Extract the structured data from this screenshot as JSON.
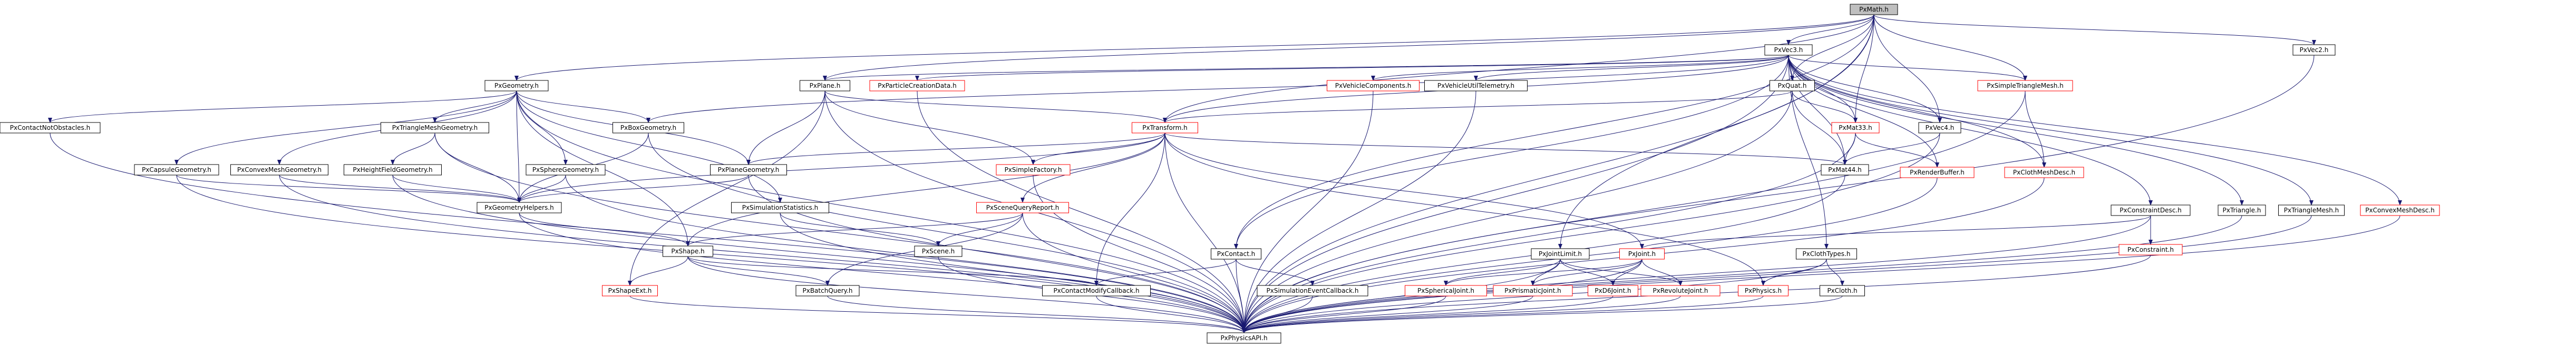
{
  "colors": {
    "edge": "#191970",
    "node_fill": "#ffffff",
    "node_border_default": "#000000",
    "node_border_highlight": "#ff0000",
    "root_fill": "#bfbfbf"
  },
  "nodes": [
    {
      "id": "PxMath",
      "label": "PxMath.h",
      "style": "root"
    },
    {
      "id": "PxVec3",
      "label": "PxVec3.h",
      "style": "default"
    },
    {
      "id": "PxVec2",
      "label": "PxVec2.h",
      "style": "default"
    },
    {
      "id": "PxGeometry",
      "label": "PxGeometry.h",
      "style": "default"
    },
    {
      "id": "PxPlane",
      "label": "PxPlane.h",
      "style": "default"
    },
    {
      "id": "PxParticleCreationData",
      "label": "PxParticleCreationData.h",
      "style": "highlight"
    },
    {
      "id": "PxVehicleComponents",
      "label": "PxVehicleComponents.h",
      "style": "highlight"
    },
    {
      "id": "PxVehicleUtilTelemetry",
      "label": "PxVehicleUtilTelemetry.h",
      "style": "default"
    },
    {
      "id": "PxQuat",
      "label": "PxQuat.h",
      "style": "default"
    },
    {
      "id": "PxSimpleTriangleMesh",
      "label": "PxSimpleTriangleMesh.h",
      "style": "highlight"
    },
    {
      "id": "PxContactNotObstacles",
      "label": "PxContactNotObstacles.h",
      "style": "default"
    },
    {
      "id": "PxTriangleMeshGeometry",
      "label": "PxTriangleMeshGeometry.h",
      "style": "default"
    },
    {
      "id": "PxBoxGeometry",
      "label": "PxBoxGeometry.h",
      "style": "default"
    },
    {
      "id": "PxTransform",
      "label": "PxTransform.h",
      "style": "highlight"
    },
    {
      "id": "PxMat33",
      "label": "PxMat33.h",
      "style": "highlight"
    },
    {
      "id": "PxVec4",
      "label": "PxVec4.h",
      "style": "default"
    },
    {
      "id": "PxClothMeshDesc",
      "label": "PxClothMeshDesc.h",
      "style": "highlight"
    },
    {
      "id": "PxCapsuleGeometry",
      "label": "PxCapsuleGeometry.h",
      "style": "default"
    },
    {
      "id": "PxConvexMeshGeometry",
      "label": "PxConvexMeshGeometry.h",
      "style": "default"
    },
    {
      "id": "PxHeightFieldGeometry",
      "label": "PxHeightFieldGeometry.h",
      "style": "default"
    },
    {
      "id": "PxSphereGeometry",
      "label": "PxSphereGeometry.h",
      "style": "default"
    },
    {
      "id": "PxPlaneGeometry",
      "label": "PxPlaneGeometry.h",
      "style": "default"
    },
    {
      "id": "PxSimpleFactory",
      "label": "PxSimpleFactory.h",
      "style": "highlight"
    },
    {
      "id": "PxMat44",
      "label": "PxMat44.h",
      "style": "default"
    },
    {
      "id": "PxRenderBuffer",
      "label": "PxRenderBuffer.h",
      "style": "highlight"
    },
    {
      "id": "PxGeometryHelpers",
      "label": "PxGeometryHelpers.h",
      "style": "default"
    },
    {
      "id": "PxSimulationStatistics",
      "label": "PxSimulationStatistics.h",
      "style": "default"
    },
    {
      "id": "PxSceneQueryReport",
      "label": "PxSceneQueryReport.h",
      "style": "highlight"
    },
    {
      "id": "PxConstraintDesc",
      "label": "PxConstraintDesc.h",
      "style": "default"
    },
    {
      "id": "PxTriangle",
      "label": "PxTriangle.h",
      "style": "default"
    },
    {
      "id": "PxTriangleMesh",
      "label": "PxTriangleMesh.h",
      "style": "default"
    },
    {
      "id": "PxConvexMeshDesc",
      "label": "PxConvexMeshDesc.h",
      "style": "highlight"
    },
    {
      "id": "PxShape",
      "label": "PxShape.h",
      "style": "default"
    },
    {
      "id": "PxScene",
      "label": "PxScene.h",
      "style": "default"
    },
    {
      "id": "PxContact",
      "label": "PxContact.h",
      "style": "default"
    },
    {
      "id": "PxJointLimit",
      "label": "PxJointLimit.h",
      "style": "default"
    },
    {
      "id": "PxJoint",
      "label": "PxJoint.h",
      "style": "highlight"
    },
    {
      "id": "PxClothTypes",
      "label": "PxClothTypes.h",
      "style": "default"
    },
    {
      "id": "PxConstraint",
      "label": "PxConstraint.h",
      "style": "highlight"
    },
    {
      "id": "PxShapeExt",
      "label": "PxShapeExt.h",
      "style": "highlight"
    },
    {
      "id": "PxBatchQuery",
      "label": "PxBatchQuery.h",
      "style": "default"
    },
    {
      "id": "PxContactModifyCallback",
      "label": "PxContactModifyCallback.h",
      "style": "default"
    },
    {
      "id": "PxSimulationEventCallback",
      "label": "PxSimulationEventCallback.h",
      "style": "default"
    },
    {
      "id": "PxSphericalJoint",
      "label": "PxSphericalJoint.h",
      "style": "highlight"
    },
    {
      "id": "PxPrismaticJoint",
      "label": "PxPrismaticJoint.h",
      "style": "highlight"
    },
    {
      "id": "PxD6Joint",
      "label": "PxD6Joint.h",
      "style": "highlight"
    },
    {
      "id": "PxRevoluteJoint",
      "label": "PxRevoluteJoint.h",
      "style": "highlight"
    },
    {
      "id": "PxPhysics",
      "label": "PxPhysics.h",
      "style": "highlight"
    },
    {
      "id": "PxCloth",
      "label": "PxCloth.h",
      "style": "default"
    },
    {
      "id": "PxPhysicsAPI",
      "label": "PxPhysicsAPI.h",
      "style": "default"
    }
  ],
  "edges": [
    [
      "PxMath",
      "PxVec3"
    ],
    [
      "PxMath",
      "PxVec2"
    ],
    [
      "PxMath",
      "PxGeometry"
    ],
    [
      "PxMath",
      "PxPlane"
    ],
    [
      "PxMath",
      "PxQuat"
    ],
    [
      "PxMath",
      "PxVec4"
    ],
    [
      "PxMath",
      "PxMat33"
    ],
    [
      "PxMath",
      "PxTransform"
    ],
    [
      "PxMath",
      "PxPhysicsAPI"
    ],
    [
      "PxMath",
      "PxSimpleTriangleMesh"
    ],
    [
      "PxMath",
      "PxContact"
    ],
    [
      "PxMath",
      "PxJointLimit"
    ],
    [
      "PxVec2",
      "PxPhysicsAPI"
    ],
    [
      "PxVec3",
      "PxPlane"
    ],
    [
      "PxVec3",
      "PxParticleCreationData"
    ],
    [
      "PxVec3",
      "PxVehicleComponents"
    ],
    [
      "PxVec3",
      "PxVehicleUtilTelemetry"
    ],
    [
      "PxVec3",
      "PxQuat"
    ],
    [
      "PxVec3",
      "PxSimpleTriangleMesh"
    ],
    [
      "PxVec3",
      "PxBoxGeometry"
    ],
    [
      "PxVec3",
      "PxMat33"
    ],
    [
      "PxVec3",
      "PxVec4"
    ],
    [
      "PxVec3",
      "PxClothMeshDesc"
    ],
    [
      "PxVec3",
      "PxMat44"
    ],
    [
      "PxVec3",
      "PxRenderBuffer"
    ],
    [
      "PxVec3",
      "PxConstraintDesc"
    ],
    [
      "PxVec3",
      "PxTriangle"
    ],
    [
      "PxVec3",
      "PxTriangleMesh"
    ],
    [
      "PxVec3",
      "PxConvexMeshDesc"
    ],
    [
      "PxVec3",
      "PxContact"
    ],
    [
      "PxVec3",
      "PxClothTypes"
    ],
    [
      "PxVec3",
      "PxPhysicsAPI"
    ],
    [
      "PxVec3",
      "PxTransform"
    ],
    [
      "PxGeometry",
      "PxContactNotObstacles"
    ],
    [
      "PxGeometry",
      "PxTriangleMeshGeometry"
    ],
    [
      "PxGeometry",
      "PxBoxGeometry"
    ],
    [
      "PxGeometry",
      "PxCapsuleGeometry"
    ],
    [
      "PxGeometry",
      "PxConvexMeshGeometry"
    ],
    [
      "PxGeometry",
      "PxSphereGeometry"
    ],
    [
      "PxGeometry",
      "PxPlaneGeometry"
    ],
    [
      "PxGeometry",
      "PxGeometryHelpers"
    ],
    [
      "PxGeometry",
      "PxSimulationStatistics"
    ],
    [
      "PxGeometry",
      "PxPhysicsAPI"
    ],
    [
      "PxGeometry",
      "PxShape"
    ],
    [
      "PxPlane",
      "PxPlaneGeometry"
    ],
    [
      "PxPlane",
      "PxTransform"
    ],
    [
      "PxPlane",
      "PxSimpleFactory"
    ],
    [
      "PxPlane",
      "PxShapeExt"
    ],
    [
      "PxPlane",
      "PxPhysicsAPI"
    ],
    [
      "PxParticleCreationData",
      "PxPhysicsAPI"
    ],
    [
      "PxVehicleComponents",
      "PxPhysicsAPI"
    ],
    [
      "PxVehicleUtilTelemetry",
      "PxPhysicsAPI"
    ],
    [
      "PxQuat",
      "PxTransform"
    ],
    [
      "PxQuat",
      "PxMat33"
    ],
    [
      "PxQuat",
      "PxMat44"
    ],
    [
      "PxQuat",
      "PxPhysicsAPI"
    ],
    [
      "PxSimpleTriangleMesh",
      "PxClothMeshDesc"
    ],
    [
      "PxSimpleTriangleMesh",
      "PxPhysicsAPI"
    ],
    [
      "PxContactNotObstacles",
      "PxPhysicsAPI"
    ],
    [
      "PxTriangleMeshGeometry",
      "PxHeightFieldGeometry"
    ],
    [
      "PxTriangleMeshGeometry",
      "PxGeometryHelpers"
    ],
    [
      "PxTriangleMeshGeometry",
      "PxPhysicsAPI"
    ],
    [
      "PxBoxGeometry",
      "PxGeometryHelpers"
    ],
    [
      "PxBoxGeometry",
      "PxPhysicsAPI"
    ],
    [
      "PxTransform",
      "PxPlaneGeometry"
    ],
    [
      "PxTransform",
      "PxGeometryHelpers"
    ],
    [
      "PxTransform",
      "PxSimpleFactory"
    ],
    [
      "PxTransform",
      "PxMat44"
    ],
    [
      "PxTransform",
      "PxSceneQueryReport"
    ],
    [
      "PxTransform",
      "PxShape"
    ],
    [
      "PxTransform",
      "PxJoint"
    ],
    [
      "PxTransform",
      "PxContactModifyCallback"
    ],
    [
      "PxTransform",
      "PxPhysics"
    ],
    [
      "PxTransform",
      "PxPhysicsAPI"
    ],
    [
      "PxMat33",
      "PxMat44"
    ],
    [
      "PxMat33",
      "PxRenderBuffer"
    ],
    [
      "PxMat33",
      "PxPhysicsAPI"
    ],
    [
      "PxVec4",
      "PxMat44"
    ],
    [
      "PxVec4",
      "PxPhysicsAPI"
    ],
    [
      "PxClothMeshDesc",
      "PxPhysicsAPI"
    ],
    [
      "PxCapsuleGeometry",
      "PxGeometryHelpers"
    ],
    [
      "PxCapsuleGeometry",
      "PxPhysicsAPI"
    ],
    [
      "PxConvexMeshGeometry",
      "PxGeometryHelpers"
    ],
    [
      "PxConvexMeshGeometry",
      "PxPhysicsAPI"
    ],
    [
      "PxHeightFieldGeometry",
      "PxGeometryHelpers"
    ],
    [
      "PxHeightFieldGeometry",
      "PxPhysicsAPI"
    ],
    [
      "PxSphereGeometry",
      "PxGeometryHelpers"
    ],
    [
      "PxSphereGeometry",
      "PxPhysicsAPI"
    ],
    [
      "PxPlaneGeometry",
      "PxGeometryHelpers"
    ],
    [
      "PxPlaneGeometry",
      "PxPhysicsAPI"
    ],
    [
      "PxSimpleFactory",
      "PxPhysicsAPI"
    ],
    [
      "PxMat44",
      "PxPhysicsAPI"
    ],
    [
      "PxRenderBuffer",
      "PxPhysicsAPI"
    ],
    [
      "PxGeometryHelpers",
      "PxShape"
    ],
    [
      "PxGeometryHelpers",
      "PxPhysicsAPI"
    ],
    [
      "PxSimulationStatistics",
      "PxScene"
    ],
    [
      "PxSimulationStatistics",
      "PxPhysicsAPI"
    ],
    [
      "PxSceneQueryReport",
      "PxShape"
    ],
    [
      "PxSceneQueryReport",
      "PxScene"
    ],
    [
      "PxSceneQueryReport",
      "PxBatchQuery"
    ],
    [
      "PxSceneQueryReport",
      "PxPhysicsAPI"
    ],
    [
      "PxConstraintDesc",
      "PxConstraint"
    ],
    [
      "PxConstraintDesc",
      "PxJoint"
    ],
    [
      "PxConstraintDesc",
      "PxPhysicsAPI"
    ],
    [
      "PxTriangle",
      "PxPhysicsAPI"
    ],
    [
      "PxTriangleMesh",
      "PxPhysicsAPI"
    ],
    [
      "PxConvexMeshDesc",
      "PxPhysicsAPI"
    ],
    [
      "PxShape",
      "PxShapeExt"
    ],
    [
      "PxShape",
      "PxBatchQuery"
    ],
    [
      "PxShape",
      "PxContactModifyCallback"
    ],
    [
      "PxShape",
      "PxPhysicsAPI"
    ],
    [
      "PxScene",
      "PxPhysicsAPI"
    ],
    [
      "PxContact",
      "PxContactModifyCallback"
    ],
    [
      "PxContact",
      "PxSimulationEventCallback"
    ],
    [
      "PxContact",
      "PxPhysicsAPI"
    ],
    [
      "PxJointLimit",
      "PxSphericalJoint"
    ],
    [
      "PxJointLimit",
      "PxPrismaticJoint"
    ],
    [
      "PxJointLimit",
      "PxD6Joint"
    ],
    [
      "PxJointLimit",
      "PxRevoluteJoint"
    ],
    [
      "PxJointLimit",
      "PxPhysicsAPI"
    ],
    [
      "PxJoint",
      "PxSphericalJoint"
    ],
    [
      "PxJoint",
      "PxPrismaticJoint"
    ],
    [
      "PxJoint",
      "PxD6Joint"
    ],
    [
      "PxJoint",
      "PxRevoluteJoint"
    ],
    [
      "PxJoint",
      "PxPhysicsAPI"
    ],
    [
      "PxClothTypes",
      "PxPhysics"
    ],
    [
      "PxClothTypes",
      "PxCloth"
    ],
    [
      "PxClothTypes",
      "PxPhysicsAPI"
    ],
    [
      "PxConstraint",
      "PxPhysicsAPI"
    ],
    [
      "PxShapeExt",
      "PxPhysicsAPI"
    ],
    [
      "PxBatchQuery",
      "PxPhysicsAPI"
    ],
    [
      "PxContactModifyCallback",
      "PxPhysicsAPI"
    ],
    [
      "PxSimulationEventCallback",
      "PxPhysicsAPI"
    ],
    [
      "PxSphericalJoint",
      "PxPhysicsAPI"
    ],
    [
      "PxPrismaticJoint",
      "PxPhysicsAPI"
    ],
    [
      "PxD6Joint",
      "PxPhysicsAPI"
    ],
    [
      "PxRevoluteJoint",
      "PxPhysicsAPI"
    ],
    [
      "PxPhysics",
      "PxPhysicsAPI"
    ],
    [
      "PxCloth",
      "PxPhysicsAPI"
    ]
  ]
}
